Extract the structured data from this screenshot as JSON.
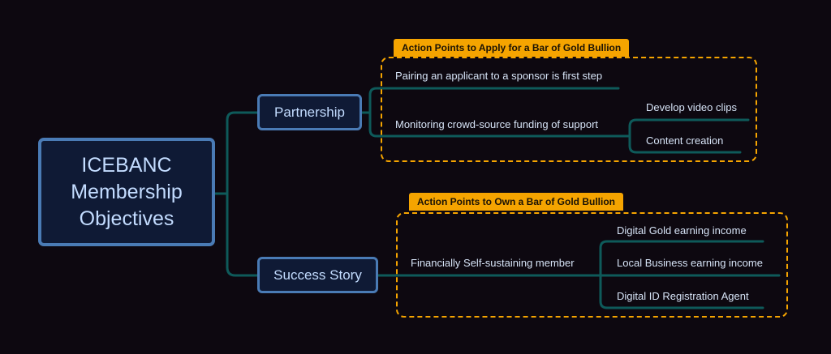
{
  "diagram": {
    "root": {
      "lines": [
        "ICEBANC",
        "Membership",
        "Objectives"
      ]
    },
    "branches": [
      {
        "label": "Partnership",
        "group_title": "Action Points to Apply for a Bar of Gold Bullion",
        "items": [
          {
            "label": "Pairing an applicant to a sponsor is first step"
          },
          {
            "label": "Monitoring crowd-source funding of support",
            "children": [
              "Develop video clips",
              "Content creation"
            ]
          }
        ]
      },
      {
        "label": "Success Story",
        "group_title": "Action Points to Own a Bar of Gold Bullion",
        "items": [
          {
            "label": "Financially Self-sustaining member",
            "children": [
              "Digital Gold earning income",
              "Local Business earning income",
              "Digital ID Registration Agent"
            ]
          }
        ]
      }
    ]
  },
  "colors": {
    "background": "#0d0810",
    "node_fill": "#0f1a35",
    "node_border": "#4a7bb5",
    "node_text": "#c3dcff",
    "connector": "#0e5a5a",
    "group_accent": "#f5a400",
    "leaf_text": "#d6e3f6"
  }
}
